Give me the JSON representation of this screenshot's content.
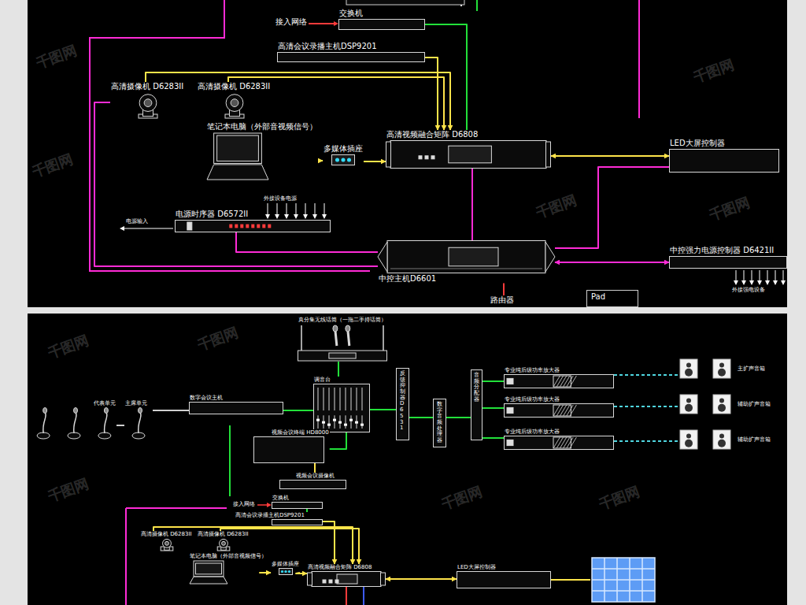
{
  "diagram": {
    "nodes": [
      {
        "text": [
          "交换机"
        ]
      },
      {
        "text": [
          "高清会议录播主机DSP9201"
        ]
      },
      {
        "text": [
          "高清摄像机 D6283II"
        ]
      },
      {
        "text": [
          "高清摄像机 D6283II"
        ]
      },
      {
        "text": [
          "笔记本电脑（外部音视频信号）"
        ]
      },
      {
        "text": [
          "多媒体插座"
        ]
      },
      {
        "text": [
          "高清视频融合矩阵 D6808"
        ]
      },
      {
        "text": [
          "LED大屏控制器"
        ]
      },
      {
        "text": [
          "电源时序器 D6572II"
        ]
      },
      {
        "text": [
          "中控主机D6601"
        ]
      },
      {
        "text": [
          "中控强力电源控制器 D6421II"
        ]
      },
      {
        "text": [
          "路由器"
        ]
      },
      {
        "text": [
          "Pad"
        ]
      },
      {
        "text": [
          "真分集无线话筒（一拖二手持话筒）"
        ]
      },
      {
        "text": [
          "代表单元"
        ]
      },
      {
        "text": [
          "主席单元"
        ]
      },
      {
        "text": [
          "数字会议主机"
        ]
      },
      {
        "text": [
          "调音台"
        ]
      },
      {
        "text": [
          "反馈抑制器 D6531"
        ]
      },
      {
        "text": [
          "数字音频处理器"
        ]
      },
      {
        "text": [
          "音频分配器"
        ]
      },
      {
        "text": [
          "专业纯后级功率放大器"
        ]
      },
      {
        "text": [
          "专业纯后级功率放大器"
        ]
      },
      {
        "text": [
          "专业纯后级功率放大器"
        ]
      },
      {
        "text": [
          "主扩声音箱"
        ]
      },
      {
        "text": [
          "辅助扩声音箱"
        ]
      },
      {
        "text": [
          "辅助扩声音箱"
        ]
      },
      {
        "text": [
          "视频会议终端 HD8000"
        ]
      },
      {
        "text": [
          "视频会议摄像机"
        ]
      },
      {
        "text": [
          "交换机"
        ]
      },
      {
        "text": [
          "高清会议录播主机DSP9201"
        ]
      },
      {
        "text": [
          "高清摄像机 D6283II"
        ]
      },
      {
        "text": [
          "高清摄像机 D6283II"
        ]
      },
      {
        "text": [
          "笔记本电脑（外部音视频信号）"
        ]
      },
      {
        "text": [
          "多媒体插座"
        ]
      },
      {
        "text": [
          "高清视频融合矩阵 D6808"
        ]
      },
      {
        "text": [
          "LED大屏控制器"
        ]
      }
    ],
    "edges": [
      {
        "from": 0,
        "to": 6,
        "arrow": "none"
      },
      {
        "from": 1,
        "to": 6,
        "arrow": "to"
      },
      {
        "from": 2,
        "to": 6,
        "arrow": "to"
      },
      {
        "from": 3,
        "to": 6,
        "arrow": "to"
      },
      {
        "from": 4,
        "to": 5,
        "arrow": "to"
      },
      {
        "from": 5,
        "to": 6,
        "arrow": "to"
      },
      {
        "from": 7,
        "to": 6,
        "arrow": "both"
      },
      {
        "from": 9,
        "to": 6,
        "arrow": "none"
      },
      {
        "from": 9,
        "to": 8,
        "arrow": "none"
      },
      {
        "from": 9,
        "to": 2,
        "arrow": "none"
      },
      {
        "from": 9,
        "to": 7,
        "arrow": "none"
      },
      {
        "from": 9,
        "to": 10,
        "arrow": "both"
      },
      {
        "from": 9,
        "to": 11,
        "arrow": "none"
      },
      {
        "from": 14,
        "to": 15,
        "arrow": "none"
      },
      {
        "from": 15,
        "to": 16,
        "arrow": "none"
      },
      {
        "from": 16,
        "to": 17,
        "arrow": "none"
      },
      {
        "from": 13,
        "to": 17,
        "arrow": "none"
      },
      {
        "from": 17,
        "to": 18,
        "arrow": "none"
      },
      {
        "from": 18,
        "to": 19,
        "arrow": "none"
      },
      {
        "from": 19,
        "to": 20,
        "arrow": "none"
      },
      {
        "from": 20,
        "to": 21,
        "arrow": "none"
      },
      {
        "from": 20,
        "to": 22,
        "arrow": "none"
      },
      {
        "from": 20,
        "to": 23,
        "arrow": "none"
      },
      {
        "from": 21,
        "to": 24,
        "arrow": "none"
      },
      {
        "from": 22,
        "to": 25,
        "arrow": "none"
      },
      {
        "from": 23,
        "to": 26,
        "arrow": "none"
      },
      {
        "from": 27,
        "to": 17,
        "arrow": "none"
      },
      {
        "from": 28,
        "to": 27,
        "arrow": "none"
      },
      {
        "from": 29,
        "to": 30,
        "arrow": "none"
      },
      {
        "from": 30,
        "to": 35,
        "arrow": "to"
      },
      {
        "from": 31,
        "to": 35,
        "arrow": "to"
      },
      {
        "from": 32,
        "to": 35,
        "arrow": "to"
      },
      {
        "from": 33,
        "to": 34,
        "arrow": "to"
      },
      {
        "from": 34,
        "to": 35,
        "arrow": "to"
      },
      {
        "from": 35,
        "to": 36,
        "arrow": "both"
      }
    ],
    "labels": [
      "接入网络",
      "电源输入",
      "外接设备电源",
      "外接强电设备",
      "接入网络",
      "千图网",
      "千图网",
      "千图网",
      "千图网",
      "千图网",
      "千图网",
      "千图网",
      "千图网",
      "千图网",
      "千图网"
    ]
  }
}
